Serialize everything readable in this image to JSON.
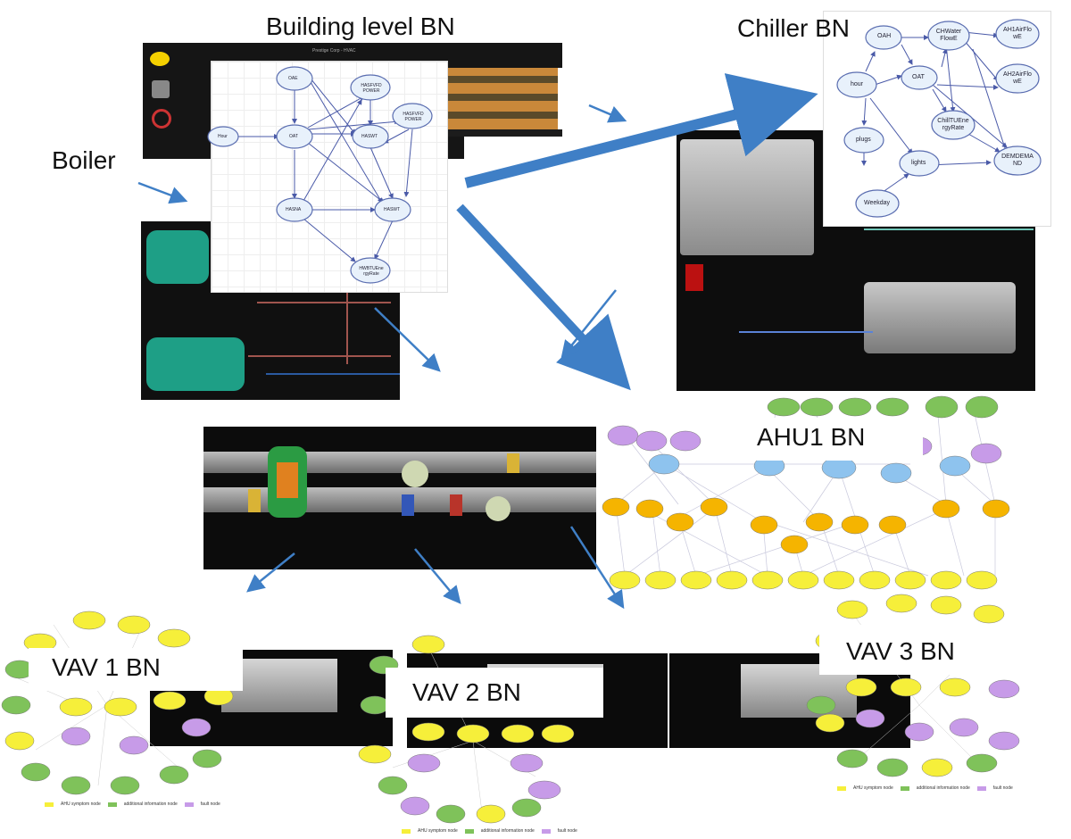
{
  "titles": {
    "building": "Building level BN",
    "chiller": "Chiller BN",
    "boiler": "Boiler",
    "ahu": "AHU1  BN",
    "vav1": "VAV 1 BN",
    "vav2": "VAV 2 BN",
    "vav3": "VAV 3 BN"
  },
  "building_bn": {
    "header": "Prestige Corp - HVAC",
    "nodes": [
      "OAE",
      "HASFVFD POWER",
      "HASFVFD POWER",
      "Hour",
      "OAT",
      "HASWT",
      "HASNA",
      "HASWT",
      "HWBTUEne rgyRate"
    ]
  },
  "chiller_bn": {
    "nodes": [
      "OAH",
      "CHWater FlowE",
      "AH1AirFlo wE",
      "OAT",
      "AH2AirFlo wE",
      "hour",
      "ChillTUEne rgyRate",
      "plugs",
      "lights",
      "DEMDEMA ND",
      "Weekday"
    ]
  },
  "ahu_legend": {
    "symptom": "AHU symptom node",
    "additional": "additional information node",
    "fault": "fault node"
  },
  "colors": {
    "bn_node_fill": "#e8f1fb",
    "bn_node_stroke": "#5a6db0",
    "arrow": "#3f7fc6",
    "symptom": "#f6ef3a",
    "additional": "#7fc25a",
    "fault": "#c79be8",
    "ahu_blue": "#8ec3ee",
    "ahu_orange": "#f5b400"
  }
}
